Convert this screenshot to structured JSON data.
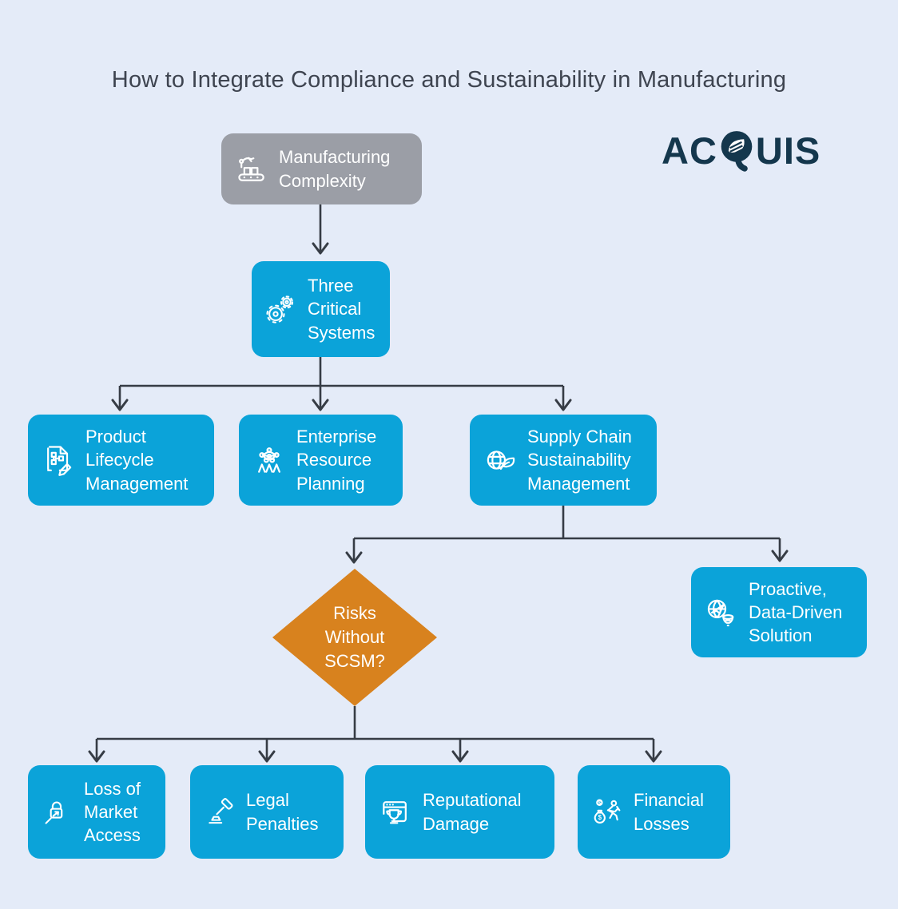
{
  "title": "How to Integrate Compliance and Sustainability in Manufacturing",
  "logo": {
    "text": "ACQUIS",
    "left": "AC",
    "right": "UIS"
  },
  "colors": {
    "bg": "#e4ebf8",
    "blue": "#0ba3d9",
    "gray": "#9b9ea6",
    "orange": "#d8821e",
    "arrow": "#363c45",
    "title": "#3e4450",
    "logo": "#14374d",
    "nodetext": "#ffffff"
  },
  "nodes": {
    "manufacturing_complexity": {
      "label": "Manufacturing Complexity",
      "icon": "factory-icon",
      "shape": "rounded-rect",
      "color": "gray"
    },
    "three_critical_systems": {
      "label": "Three Critical Systems",
      "icon": "gears-icon",
      "shape": "rounded-rect",
      "color": "blue"
    },
    "product_lifecycle_management": {
      "label": "Product Lifecycle Management",
      "icon": "document-workflow-icon",
      "shape": "rounded-rect",
      "color": "blue"
    },
    "enterprise_resource_planning": {
      "label": "Enterprise Resource Planning",
      "icon": "network-people-icon",
      "shape": "rounded-rect",
      "color": "blue"
    },
    "supply_chain_sustainability_management": {
      "label": "Supply Chain Sustainability Management",
      "icon": "globe-leaf-icon",
      "shape": "rounded-rect",
      "color": "blue"
    },
    "risks_without_scsm": {
      "label": "Risks Without SCSM?",
      "icon": null,
      "shape": "diamond",
      "color": "orange"
    },
    "proactive_data_driven_solution": {
      "label": "Proactive, Data-Driven Solution",
      "icon": "globe-lightbulb-icon",
      "shape": "rounded-rect",
      "color": "blue"
    },
    "loss_of_market_access": {
      "label": "Loss of Market Access",
      "icon": "lock-magnifier-icon",
      "shape": "rounded-rect",
      "color": "blue"
    },
    "legal_penalties": {
      "label": "Legal Penalties",
      "icon": "gavel-icon",
      "shape": "rounded-rect",
      "color": "blue"
    },
    "reputational_damage": {
      "label": "Reputational Damage",
      "icon": "browser-trophy-icon",
      "shape": "rounded-rect",
      "color": "blue"
    },
    "financial_losses": {
      "label": "Financial Losses",
      "icon": "money-runner-icon",
      "shape": "rounded-rect",
      "color": "blue"
    }
  },
  "edges": [
    {
      "from": "manufacturing_complexity",
      "to": "three_critical_systems"
    },
    {
      "from": "three_critical_systems",
      "to": "product_lifecycle_management"
    },
    {
      "from": "three_critical_systems",
      "to": "enterprise_resource_planning"
    },
    {
      "from": "three_critical_systems",
      "to": "supply_chain_sustainability_management"
    },
    {
      "from": "supply_chain_sustainability_management",
      "to": "risks_without_scsm"
    },
    {
      "from": "supply_chain_sustainability_management",
      "to": "proactive_data_driven_solution"
    },
    {
      "from": "risks_without_scsm",
      "to": "loss_of_market_access"
    },
    {
      "from": "risks_without_scsm",
      "to": "legal_penalties"
    },
    {
      "from": "risks_without_scsm",
      "to": "reputational_damage"
    },
    {
      "from": "risks_without_scsm",
      "to": "financial_losses"
    }
  ]
}
